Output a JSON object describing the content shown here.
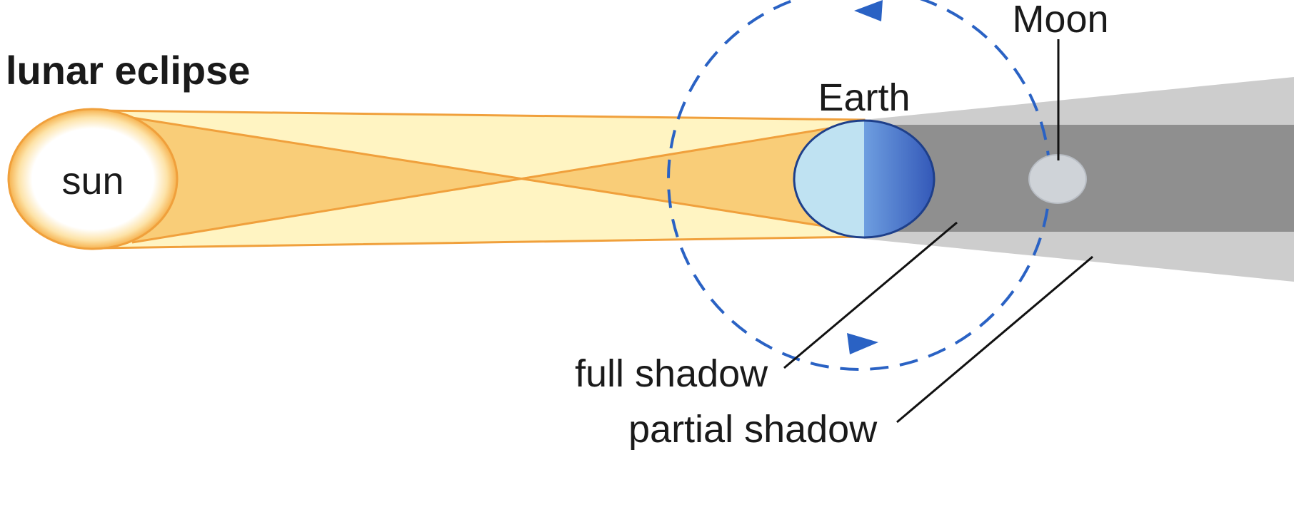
{
  "title": "lunar eclipse",
  "labels": {
    "sun": "sun",
    "earth": "Earth",
    "moon": "Moon",
    "full_shadow": "full shadow",
    "partial_shadow": "partial shadow"
  },
  "colors": {
    "sun_glow": "#f6b24e",
    "sun_core": "#ffffff",
    "light_beam": "#fff4c2",
    "penumbra_cone": "#f9cd78",
    "beam_edge": "#f0a03c",
    "earth_day": "#bfe2f2",
    "earth_night": "#3f6fc4",
    "full_shadow": "#8c8c8c",
    "partial_shadow": "#cdcdcd",
    "moon": "#cfd3d8",
    "orbit": "#2a62c4",
    "leader_line": "#111111"
  }
}
